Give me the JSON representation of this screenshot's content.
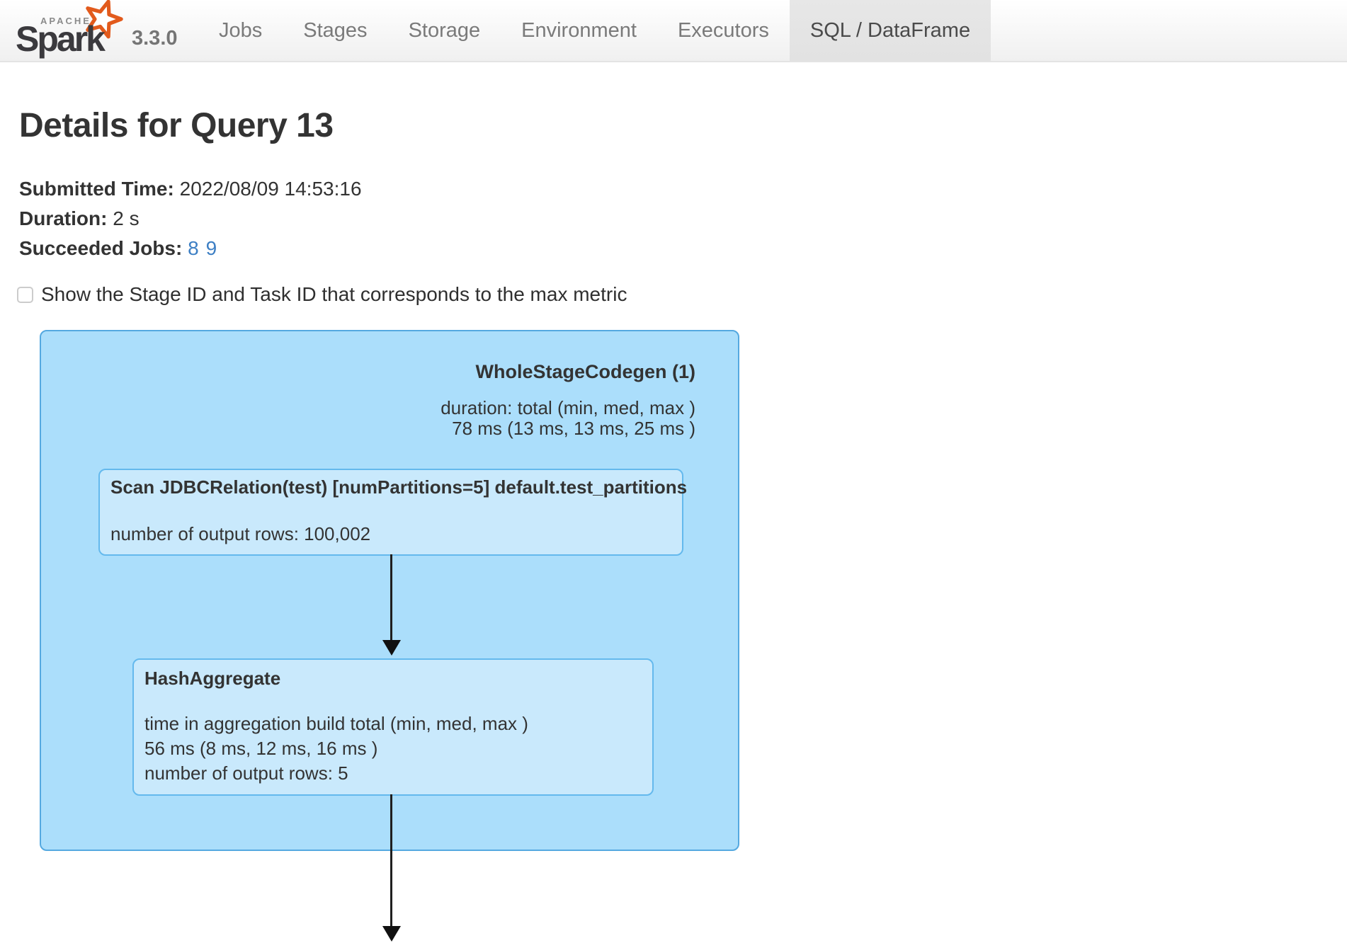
{
  "navbar": {
    "logo": {
      "apache_label": "APACHE",
      "brand": "Spark",
      "version": "3.3.0"
    },
    "tabs": [
      {
        "label": "Jobs",
        "active": false
      },
      {
        "label": "Stages",
        "active": false
      },
      {
        "label": "Storage",
        "active": false
      },
      {
        "label": "Environment",
        "active": false
      },
      {
        "label": "Executors",
        "active": false
      },
      {
        "label": "SQL / DataFrame",
        "active": true
      }
    ]
  },
  "page": {
    "title": "Details for Query 13",
    "meta": [
      {
        "label": "Submitted Time:",
        "value": "2022/08/09 14:53:16"
      },
      {
        "label": "Duration:",
        "value": "2 s"
      },
      {
        "label": "Succeeded Jobs:",
        "links": [
          "8",
          "9"
        ]
      }
    ],
    "max_metric_checkbox": {
      "label": "Show the Stage ID and Task ID that corresponds to the max metric",
      "checked": false
    }
  },
  "dag": {
    "cluster": {
      "title": "WholeStageCodegen (1)",
      "metric_lines": [
        "duration: total (min, med, max )",
        "78 ms (13 ms, 13 ms, 25 ms )"
      ]
    },
    "nodes": [
      {
        "title": "Scan JDBCRelation(test) [numPartitions=5] default.test_partitions",
        "metrics": [
          "number of output rows: 100,002"
        ]
      },
      {
        "title": "HashAggregate",
        "metrics": [
          "time in aggregation build total (min, med, max )",
          "56 ms (8 ms, 12 ms, 16 ms )",
          "number of output rows: 5"
        ]
      }
    ]
  },
  "colors": {
    "cluster_fill": "#ABDEFB",
    "cluster_border": "#55A9E0",
    "node_fill": "#C9E9FC",
    "node_border": "#64B9ED",
    "link": "#3D7FC4",
    "star": "#E25A1C",
    "active_tab_bg": "#E7E7E7"
  }
}
